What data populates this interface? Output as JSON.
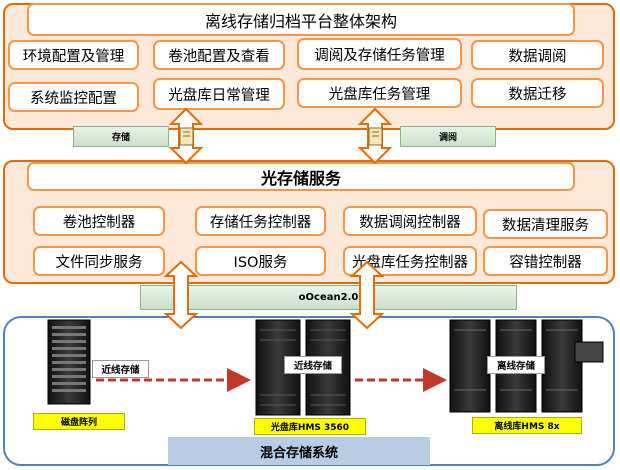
{
  "top": {
    "title": "离线存储归档平台整体架构",
    "row1": [
      "环境配置及管理",
      "卷池配置及查看",
      "调阅及存储任务管理",
      "数据调阅"
    ],
    "row2": [
      "系统监控配置",
      "光盘库日常管理",
      "光盘库任务管理",
      "数据迁移"
    ]
  },
  "connectors": {
    "left": "存储",
    "right": "调阅"
  },
  "service": {
    "title": "光存储服务",
    "row1": [
      "卷池控制器",
      "存储任务控制器",
      "数据调阅控制器",
      "数据清理服务"
    ],
    "row2": [
      "文件同步服务",
      "ISO服务",
      "光盘库任务控制器",
      "容错控制器"
    ]
  },
  "bus": "oOcean2.0",
  "hybrid": {
    "title": "混合存储系统",
    "devices": [
      {
        "name": "磁盘阵列",
        "tag": "近线存储",
        "icon": "disk-array-icon"
      },
      {
        "name": "光盘库HMS 3560",
        "tag": "近线存储",
        "icon": "optical-library-icon"
      },
      {
        "name": "离线库HMS 8x",
        "tag": "离线存储",
        "icon": "offline-library-icon"
      }
    ]
  },
  "colors": {
    "panel": "#fde9d9",
    "border": "#e36c09",
    "box_border": "#f79646",
    "arrow": "#e36c09",
    "blue": "#4f81bd",
    "label": "#b8cce4",
    "tag": "#ffff00",
    "dashed": "#c0392b"
  }
}
